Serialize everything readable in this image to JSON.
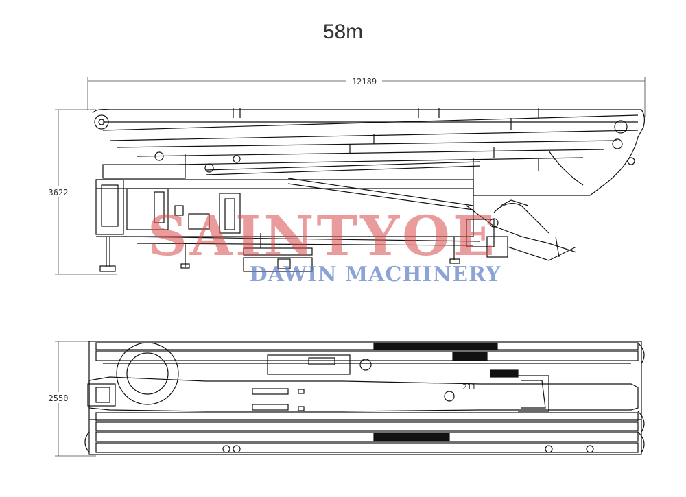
{
  "title": "58m",
  "dimensions": {
    "overall_length": "12189",
    "side_height": "3622",
    "top_width": "2550",
    "center_label": "211"
  },
  "watermark": {
    "brand": "SAINTYOE",
    "subtitle": "DAWIN MACHINERY"
  },
  "colors": {
    "line": "#111111",
    "dimension": "#444444",
    "watermark_red": "#d94a4a",
    "watermark_blue": "#5b7cc4"
  }
}
